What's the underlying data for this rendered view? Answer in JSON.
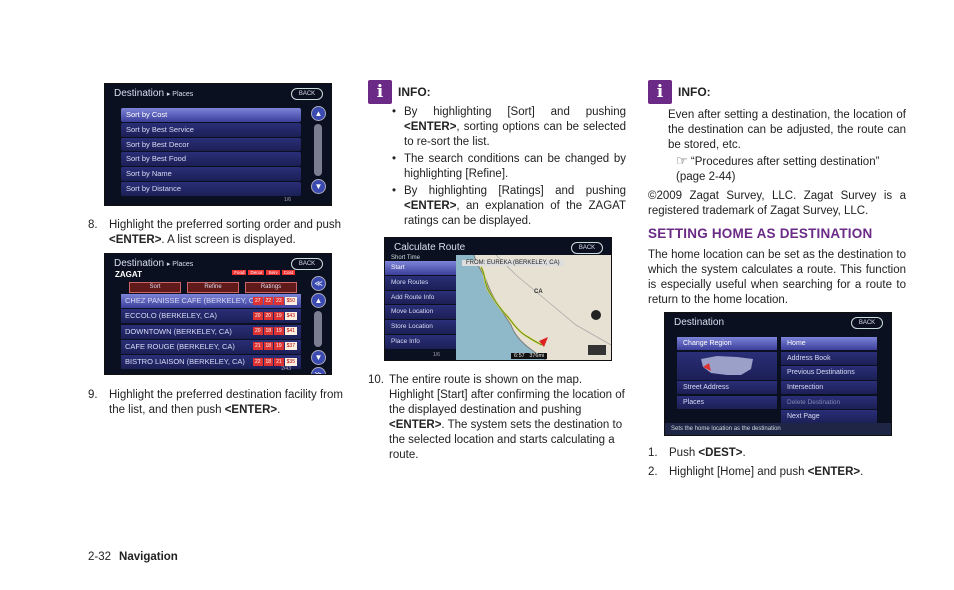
{
  "left": {
    "screen1": {
      "title": "Destination",
      "subtitle": "Places",
      "back": "BACK",
      "items": [
        "Sort by Cost",
        "Sort by Best Service",
        "Sort by Best Decor",
        "Sort by Best Food",
        "Sort by Name",
        "Sort by Distance"
      ],
      "page": "1/6"
    },
    "step8": {
      "num": "8.",
      "text_a": "Highlight the preferred sorting order and push ",
      "key": "<ENTER>",
      "text_b": ". A list screen is displayed."
    },
    "screen2": {
      "title": "Destination",
      "subtitle": "Places",
      "back": "BACK",
      "zagat": "ZAGAT",
      "tabs": [
        "Sort",
        "Refine",
        "Ratings"
      ],
      "rating_headers": [
        "Food",
        "Decor",
        "Serv",
        "Cost"
      ],
      "rows": [
        {
          "name": "CHEZ PANISSE CAFE (BERKELEY, CA)",
          "scores": [
            "27",
            "22",
            "23",
            "$50"
          ]
        },
        {
          "name": "ECCOLO (BERKELEY, CA)",
          "scores": [
            "20",
            "20",
            "19",
            "$43"
          ]
        },
        {
          "name": "DOWNTOWN (BERKELEY, CA)",
          "scores": [
            "20",
            "18",
            "19",
            "$41"
          ]
        },
        {
          "name": "CAFE ROUGE (BERKELEY, CA)",
          "scores": [
            "21",
            "18",
            "19",
            "$37"
          ]
        },
        {
          "name": "BISTRO LIAISON (BERKELEY, CA)",
          "scores": [
            "22",
            "18",
            "21",
            "$35"
          ]
        }
      ],
      "page": "2/43"
    },
    "step9": {
      "num": "9.",
      "text_a": "Highlight the preferred destination facility from the list, and then push ",
      "key": "<ENTER>",
      "text_b": "."
    }
  },
  "middle": {
    "info_icon": "i",
    "info_label": "INFO:",
    "bullets": [
      {
        "a": "By highlighting [Sort] and pushing ",
        "key": "<ENTER>",
        "b": ", sorting options can be selected to re-sort the list."
      },
      {
        "a": "The search conditions can be changed by highlighting [Refine].",
        "key": "",
        "b": ""
      },
      {
        "a": "By highlighting [Ratings] and pushing ",
        "key": "<ENTER>",
        "b": ", an explanation of the ZAGAT ratings can be displayed."
      }
    ],
    "screen3": {
      "title": "Calculate Route",
      "back": "BACK",
      "short_time": "Short Time",
      "items": [
        "Start",
        "More Routes",
        "Add Route Info",
        "Move Location",
        "Store Location",
        "Place Info"
      ],
      "map_header": "FROM: EUREKA (BERKELEY, CA)",
      "state_label": "CA",
      "page": "1/6",
      "distance": "6:57",
      "eta": "376mi"
    },
    "step10": {
      "num": "10.",
      "text_a": "The entire route is shown on the map. Highlight [Start] after confirming the location of the displayed destination and pushing ",
      "key": "<ENTER>",
      "text_b": ". The system sets the destination to the selected location and starts calculating a route."
    }
  },
  "right": {
    "info_icon": "i",
    "info_label": "INFO:",
    "info_text": "Even after setting a destination, the location of the destination can be adjusted, the route can be stored, etc.",
    "ref_text": "“Procedures after setting destination” (page 2-44)",
    "copyright": "©2009 Zagat Survey, LLC. Zagat Survey is a registered trademark of Zagat Survey, LLC.",
    "heading": "SETTING HOME AS DESTINATION",
    "para": "The home location can be set as the destination to which the system calculates a route. This function is especially useful when searching for a route to return to the home location.",
    "screen4": {
      "title": "Destination",
      "back": "BACK",
      "left_items": [
        "Change Region",
        "",
        "",
        "Street Address",
        "Places"
      ],
      "right_items": [
        "Home",
        "Address Book",
        "Previous Destinations",
        "Intersection",
        "Delete Destination",
        "Next Page"
      ],
      "status": "Sets the home location as the destination"
    },
    "step1": {
      "num": "1.",
      "text_a": "Push ",
      "key": "<DEST>",
      "text_b": "."
    },
    "step2": {
      "num": "2.",
      "text_a": "Highlight [Home] and push ",
      "key": "<ENTER>",
      "text_b": "."
    }
  },
  "footer": {
    "page": "2-32",
    "section": "Navigation"
  }
}
